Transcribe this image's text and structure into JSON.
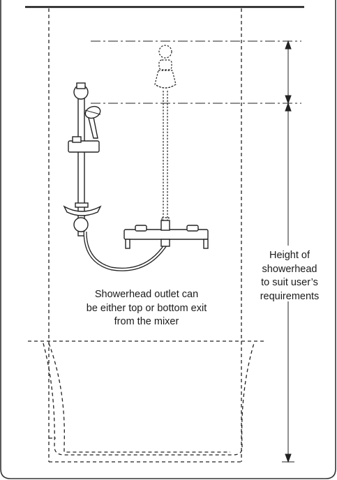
{
  "notes": {
    "outlet": {
      "line1": "Showerhead outlet can",
      "line2": "be either top or bottom exit",
      "line3": "from the mixer"
    },
    "height": {
      "line1": "Height of",
      "line2": "showerhead",
      "line3": "to suit user’s",
      "line4": "requirements"
    }
  },
  "colors": {
    "line": "#222222",
    "frame": "#333333",
    "background": "#ffffff"
  }
}
